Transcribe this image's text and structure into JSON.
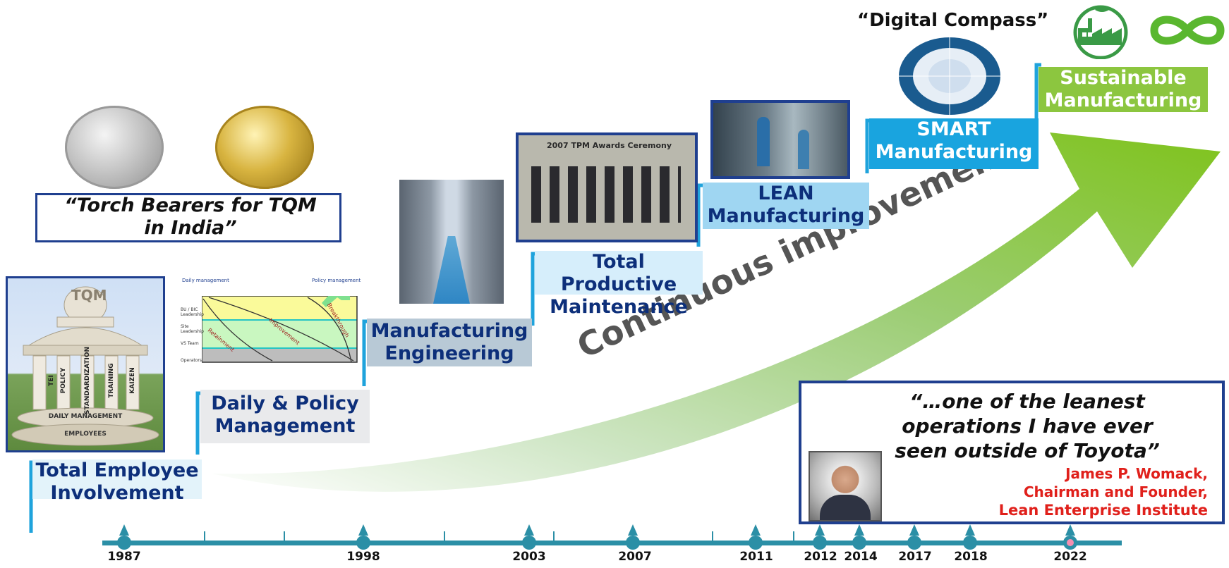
{
  "stages": [
    {
      "id": "tei",
      "label": "Total Employee Involvement"
    },
    {
      "id": "dpm",
      "label": "Daily & Policy Management"
    },
    {
      "id": "me",
      "label": "Manufacturing Engineering"
    },
    {
      "id": "tpm",
      "label": "Total Productive Maintenance"
    },
    {
      "id": "lean",
      "label": "LEAN Manufacturing"
    },
    {
      "id": "smart",
      "label": "SMART Manufacturing"
    },
    {
      "id": "sust",
      "label": "Sustainable Manufacturing"
    }
  ],
  "torch_quote": "“Torch Bearers for TQM in India”",
  "digital_compass": "“Digital Compass”",
  "arrow_text": "Continuous improvement",
  "tpm_photo_caption": "2007 TPM Awards Ceremony",
  "tqm_temple": {
    "title": "TQM",
    "pillars": [
      "TEI",
      "POLICY",
      "STANDARDIZATION",
      "TRAINING",
      "KAIZEN"
    ],
    "base1": "DAILY MANAGEMENT",
    "base2": "EMPLOYEES"
  },
  "policy_chart": {
    "left_title": "Daily management",
    "right_title": "Policy management",
    "rows": [
      "BU / BIC Leadership",
      "Site Leadership",
      "VS Team",
      "Operators"
    ],
    "curves": [
      "Retainment",
      "Improvement",
      "Breakthrough"
    ]
  },
  "womack": {
    "quote": "“…one of the leanest operations I have ever seen outside of Toyota”",
    "name": "James P. Womack,",
    "title": "Chairman and Founder,",
    "org": "Lean Enterprise Institute"
  },
  "timeline": {
    "years": [
      "1987",
      "1998",
      "2003",
      "2007",
      "2011",
      "2012",
      "2014",
      "2017",
      "2018",
      "2022"
    ]
  },
  "colors": {
    "navy": "#0d2f7a",
    "timeline": "#2b8fa6",
    "cyan": "#1fa3dc",
    "green": "#8cc63f",
    "red": "#e0201b"
  }
}
